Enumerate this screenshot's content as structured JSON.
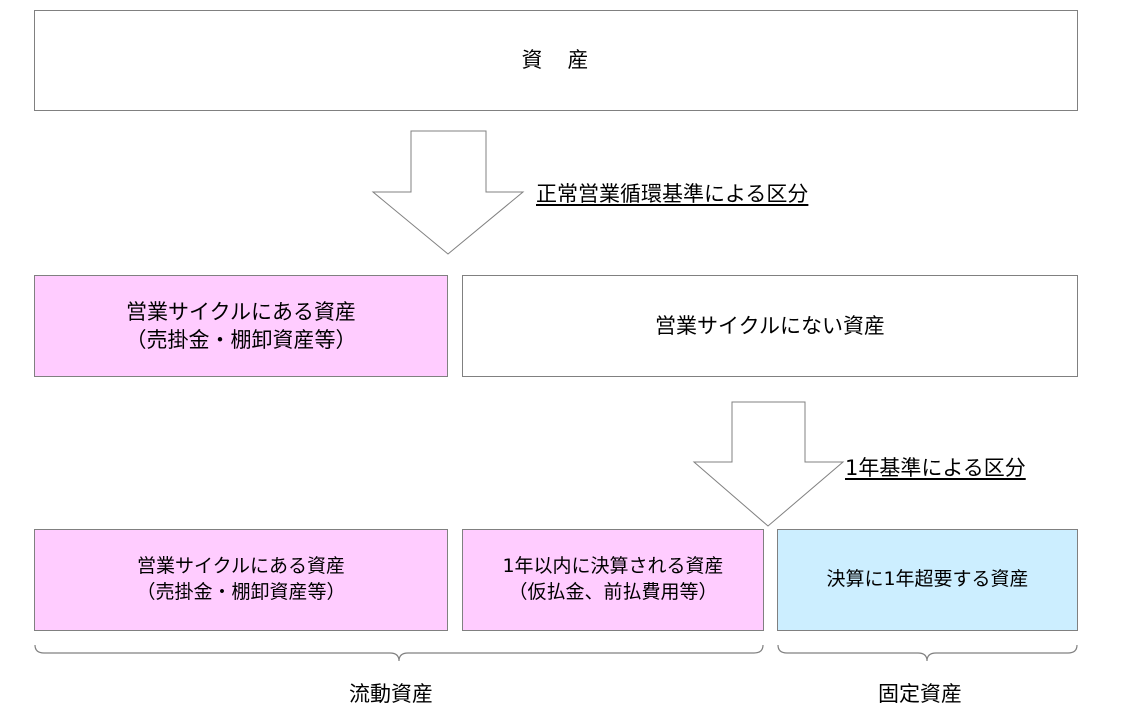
{
  "assets": {
    "label": "資　産"
  },
  "split1": {
    "label": "正常営業循環基準による区分"
  },
  "row2": {
    "left": {
      "line1": "営業サイクルにある資産",
      "line2": "（売掛金・棚卸資産等）",
      "color": "#ffccff"
    },
    "right": {
      "line1": "営業サイクルにない資産"
    }
  },
  "split2": {
    "label": "1年基準による区分"
  },
  "row3": {
    "a": {
      "line1": "営業サイクルにある資産",
      "line2": "（売掛金・棚卸資産等）",
      "color": "#ffccff"
    },
    "b": {
      "line1": "1年以内に決算される資産",
      "line2": "（仮払金、前払費用等）",
      "color": "#ffccff"
    },
    "c": {
      "line1": "決算に1年超要する資産",
      "color": "#cceeff"
    }
  },
  "groups": {
    "current": "流動資産",
    "fixed": "固定資産"
  }
}
